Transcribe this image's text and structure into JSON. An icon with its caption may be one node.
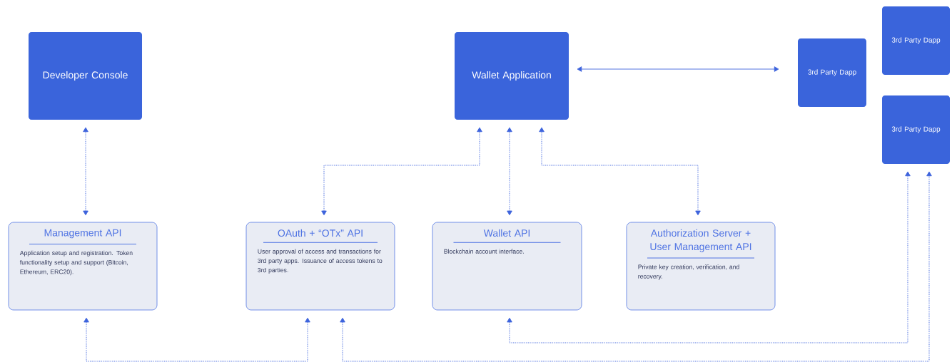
{
  "diagram": {
    "nodes": [
      {
        "text": [
          "Developer Console"
        ]
      },
      {
        "text": [
          "Wallet Application"
        ]
      },
      {
        "text": [
          "3rd Party Dapp"
        ]
      },
      {
        "text": [
          "3rd Party Dapp"
        ]
      },
      {
        "text": [
          "3rd Party Dapp"
        ]
      },
      {
        "text": [
          "Management API",
          "Application setup and registration. Token functionality setup and support (Bitcoin, Ethereum, ERC20)."
        ]
      },
      {
        "text": [
          "OAuth + “OTx” API",
          "User approval of access and transactions for 3rd party apps. Issuance of access tokens to 3rd parties."
        ]
      },
      {
        "text": [
          "Wallet API",
          "Blockchain account interface."
        ]
      },
      {
        "text": [
          "Authorization Server + User Management API",
          "Private key creation, verification, and recovery."
        ]
      }
    ],
    "edges": [
      {
        "from": 0,
        "to": 5,
        "arrow": "both",
        "style": "dashed"
      },
      {
        "from": 1,
        "to": 2,
        "arrow": "both"
      },
      {
        "from": 1,
        "to": 6,
        "arrow": "both",
        "style": "dashed"
      },
      {
        "from": 1,
        "to": 7,
        "arrow": "both",
        "style": "dashed"
      },
      {
        "from": 1,
        "to": 8,
        "arrow": "both",
        "style": "dashed"
      },
      {
        "from": 5,
        "to": 6,
        "arrow": "both",
        "style": "dashed"
      },
      {
        "from": 6,
        "to": 4,
        "arrow": "both",
        "style": "dashed"
      },
      {
        "from": 7,
        "to": 4,
        "arrow": "both",
        "style": "dashed"
      }
    ]
  }
}
